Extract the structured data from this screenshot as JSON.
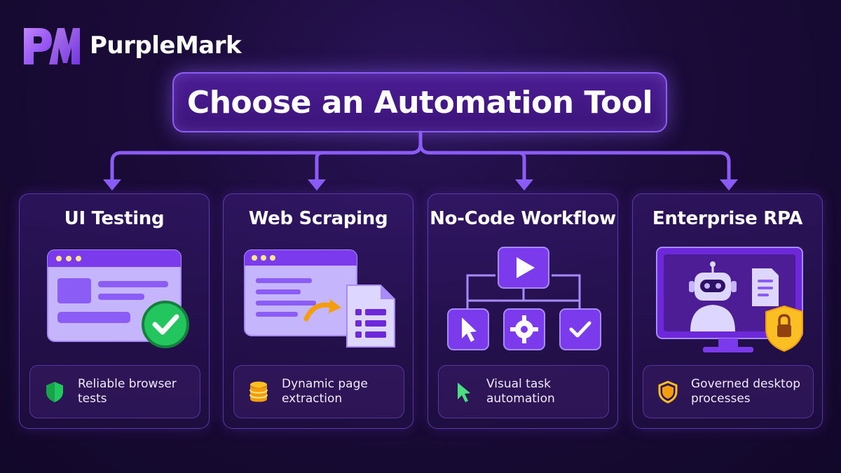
{
  "brand": {
    "name": "PurpleMark",
    "logo_letters": "PM"
  },
  "title": "Choose an Automation Tool",
  "cards": [
    {
      "title": "UI Testing",
      "caption_line1": "Reliable browser tests",
      "caption_line2": "",
      "caption_icon": "shield-icon",
      "illustration": "browser-window-with-checkmark"
    },
    {
      "title": "Web Scraping",
      "caption_line1": "Dynamic page",
      "caption_line2": "extraction",
      "caption_icon": "database-icon",
      "illustration": "browser-to-document-arrow"
    },
    {
      "title": "No-Code Workflow",
      "caption_line1": "Visual task",
      "caption_line2": "automation",
      "caption_icon": "cursor-icon",
      "illustration": "workflow-flowchart"
    },
    {
      "title": "Enterprise RPA",
      "caption_line1": "Governed desktop",
      "caption_line2": "processes",
      "caption_icon": "shield-icon",
      "illustration": "robot-on-monitor-with-lock"
    }
  ],
  "colors": {
    "accent": "#8b5cf6",
    "accent_dark": "#4c1d95",
    "background": "#1a0b38",
    "success_green": "#22c55e",
    "warning_yellow": "#fbbf24"
  }
}
